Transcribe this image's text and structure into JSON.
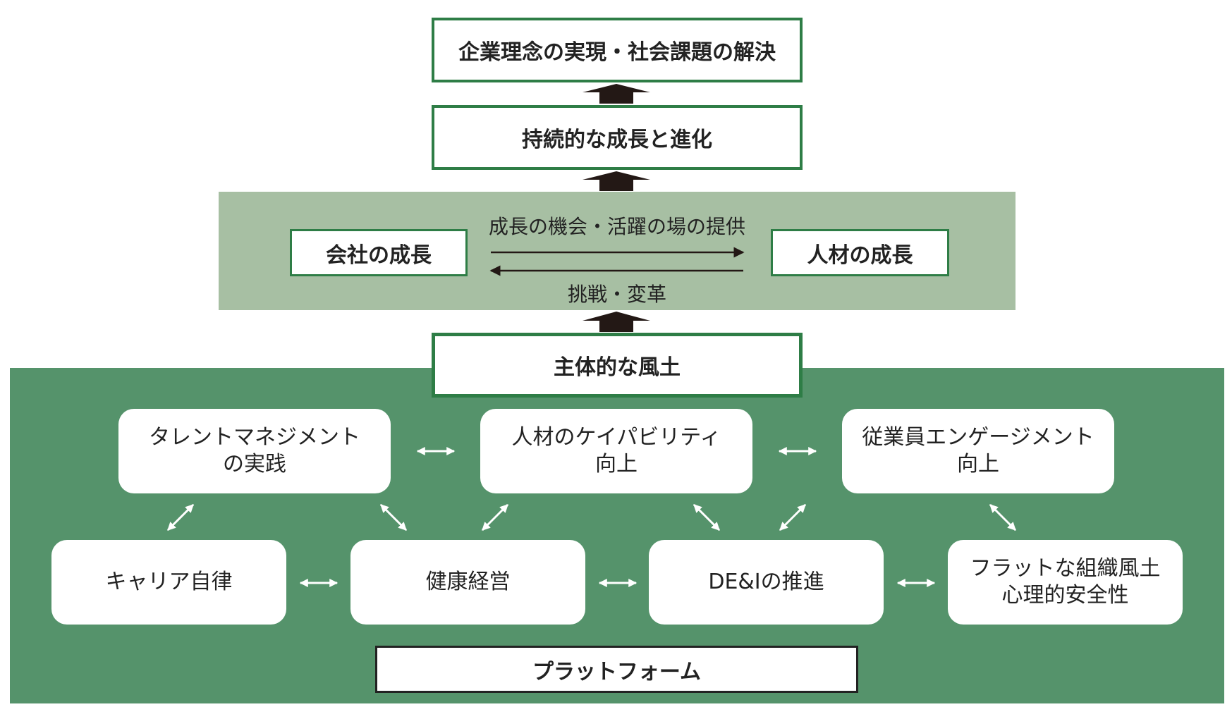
{
  "outcomes": {
    "top": "企業理念の実現・社会課題の解決",
    "second": "持続的な成長と進化"
  },
  "growth": {
    "company": "会社の成長",
    "people": "人材の成長",
    "forward_label": "成長の機会・活躍の場の提供",
    "backward_label": "挑戦・変革"
  },
  "culture": "主体的な風土",
  "initiatives": {
    "talent": [
      "タレントマネジメント",
      "の実践"
    ],
    "capability": [
      "人材のケイパビリティ",
      "向上"
    ],
    "engagement": [
      "従業員エンゲージメント",
      "向上"
    ],
    "career": "キャリア自律",
    "health": "健康経営",
    "dei": "DE&Iの推進",
    "flat": [
      "フラットな組織風土",
      "心理的安全性"
    ]
  },
  "platform": "プラットフォーム",
  "colors": {
    "dark_green": "#2e7d46",
    "band_light": "#a7bfa3",
    "band_dark": "#55936b",
    "arrow_fill": "#231815"
  }
}
